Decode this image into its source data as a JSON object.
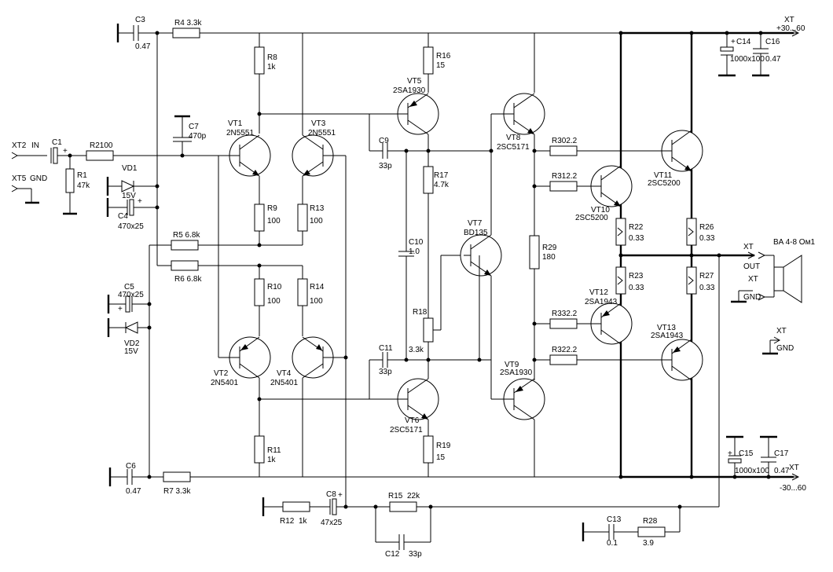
{
  "labels": {
    "xt2": "XT2",
    "in": "IN",
    "xt5": "XT5",
    "gnd": "GND",
    "c1": "C1",
    "r2": "R2100",
    "r1": "R1",
    "r1v": "47k",
    "vd1": "VD1",
    "vd1v": "15V",
    "c4": "C4",
    "c4v": "470x25",
    "c3": "C3",
    "c3v": "0.47",
    "r4": "R4 3.3k",
    "c7": "C7",
    "c7v": "470p",
    "vt1": "VT1",
    "vt1t": "2N5551",
    "vt3": "VT3",
    "vt3t": "2N5551",
    "r8": "R8",
    "r8v": "1k",
    "r9": "R9",
    "r9v": "100",
    "r13": "R13",
    "r13v": "100",
    "r5": "R5 6.8k",
    "r6": "R6 6.8k",
    "r10": "R10",
    "r10v": "100",
    "r14": "R14",
    "r14v": "100",
    "c5": "C5",
    "c5v": "470x25",
    "vd2": "VD2",
    "vd2v": "15V",
    "vt2": "VT2",
    "vt2t": "2N5401",
    "vt4": "VT4",
    "vt4t": "2N5401",
    "r11": "R11",
    "r11v": "1k",
    "c6": "C6",
    "c6v": "0.47",
    "r7": "R7 3.3k",
    "r12": "R12",
    "r12v": "1k",
    "c8": "C8",
    "c8v": "47x25",
    "r15": "R15",
    "r15v": "22k",
    "c12": "C12",
    "c12v": "33p",
    "r16": "R16",
    "r16v": "15",
    "vt5": "VT5",
    "vt5t": "2SA1930",
    "c9": "C9",
    "c9v": "33p",
    "r17": "R17",
    "r17v": "4.7k",
    "c10": "C10",
    "c10v": "1.0",
    "r18": "R18",
    "r18v": "3.3k",
    "c11": "C11",
    "c11v": "33p",
    "vt6": "VT6",
    "vt6t": "2SC5171",
    "r19": "R19",
    "r19v": "15",
    "vt7": "VT7",
    "vt7t": "BD135",
    "vt8": "VT8",
    "vt8t": "2SC5171",
    "vt9": "VT9",
    "vt9t": "2SA1930",
    "r29": "R29",
    "r29v": "180",
    "r30": "R302.2",
    "r31": "R312.2",
    "r33": "R332.2",
    "r32": "R322.2",
    "vt10": "VT10",
    "vt10t": "2SC5200",
    "vt11": "VT11",
    "vt11t": "2SC5200",
    "vt12": "VT12",
    "vt12t": "2SA1943",
    "vt13": "VT13",
    "vt13t": "2SA1943",
    "r22": "R22",
    "r22v": "0.33",
    "r26": "R26",
    "r26v": "0.33",
    "r23": "R23",
    "r23v": "0.33",
    "r27": "R27",
    "r27v": "0.33",
    "c14": "C14",
    "c14v": "1000x100",
    "c16": "C16",
    "c16v": "0.47",
    "c15": "C15",
    "c15v": "1000x100",
    "c17": "C17",
    "c17v": "0.47",
    "xtp": "XT",
    "vpos": "+30...60",
    "xtn": "XT",
    "vneg": "-30...60",
    "xtout": "XT",
    "out": "OUT",
    "xtg1": "XT",
    "gnd1": "GND",
    "xtg2": "XT",
    "gnd2": "GND",
    "ba": "BA 4-8 Ом1",
    "c13": "C13",
    "c13v": "0.1",
    "r28": "R28",
    "r28v": "3.9",
    "r_sym": ">"
  }
}
